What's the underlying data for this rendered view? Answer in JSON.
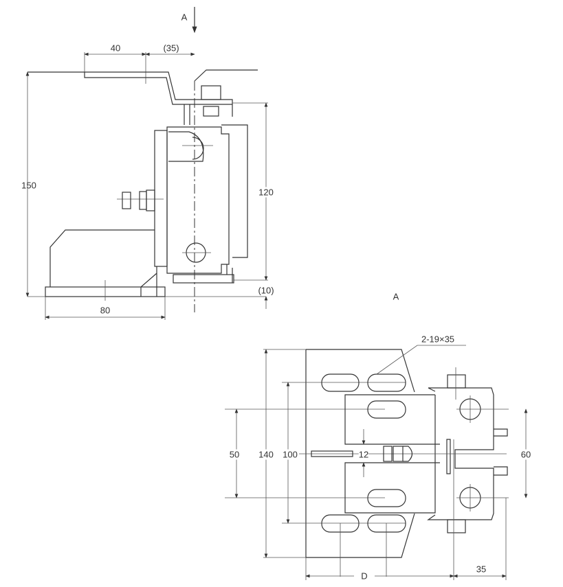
{
  "side_view": {
    "view_marker": "A",
    "dim_40": "40",
    "dim_35_ref": "(35)",
    "dim_150": "150",
    "dim_120": "120",
    "dim_10_ref": "(10)",
    "dim_80": "80"
  },
  "view_a": {
    "title": "A",
    "slot_note": "2-19×35",
    "dim_50": "50",
    "dim_140": "140",
    "dim_100": "100",
    "dim_12": "12",
    "dim_60": "60",
    "dim_d": "D",
    "dim_35": "35"
  },
  "colors": {
    "line": "#333333",
    "background": "#ffffff"
  }
}
